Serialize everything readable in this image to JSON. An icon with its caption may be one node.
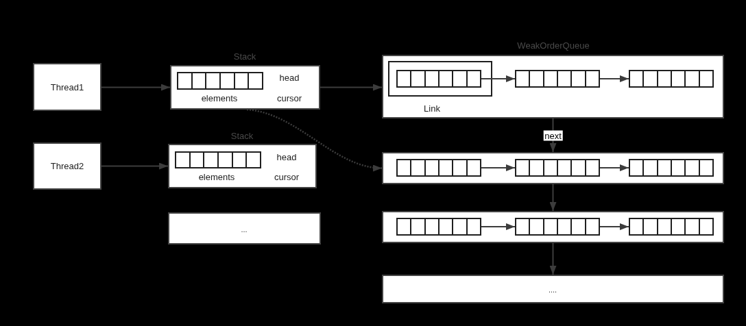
{
  "diagram": {
    "nodes": [
      {
        "text": [
          "Thread1"
        ]
      },
      {
        "text": [
          "Stack",
          "head",
          "cursor"
        ]
      },
      {
        "text": [],
        "shape": "box",
        "in": 1,
        "beside": [
          "elements"
        ]
      },
      {
        "text": [
          "WeakOrderQueue"
        ]
      },
      {
        "text": [
          "Link"
        ],
        "in": 3
      },
      {
        "text": [],
        "shape": "box",
        "in": 4
      },
      {
        "text": [],
        "shape": "box",
        "in": 3
      },
      {
        "text": [],
        "shape": "box",
        "in": 3
      },
      {
        "text": [
          "Thread2"
        ]
      },
      {
        "text": [
          "Stack",
          "head",
          "cursor"
        ]
      },
      {
        "text": [],
        "shape": "box",
        "in": 9,
        "beside": [
          "elements"
        ]
      },
      {
        "text": [],
        "shape": "box"
      },
      {
        "text": [],
        "shape": "box",
        "in": 11
      },
      {
        "text": [],
        "shape": "box",
        "in": 11
      },
      {
        "text": [],
        "shape": "box",
        "in": 11
      },
      {
        "text": [
          "..."
        ]
      },
      {
        "text": [],
        "shape": "box"
      },
      {
        "text": [],
        "shape": "box",
        "in": 16
      },
      {
        "text": [],
        "shape": "box",
        "in": 16
      },
      {
        "text": [],
        "shape": "box",
        "in": 16
      },
      {
        "text": [
          "...."
        ]
      }
    ],
    "edges": [
      {
        "from": 0,
        "to": 1,
        "arrow": "to"
      },
      {
        "from": 1,
        "to": 3,
        "arrow": "to"
      },
      {
        "from": 1,
        "to": 11,
        "arrow": "to",
        "style": "dashed"
      },
      {
        "from": 5,
        "to": 6,
        "arrow": "to"
      },
      {
        "from": 6,
        "to": 7,
        "arrow": "to"
      },
      {
        "from": 3,
        "to": 11,
        "arrow": "to",
        "label": "next"
      },
      {
        "from": 8,
        "to": 9,
        "arrow": "to"
      },
      {
        "from": 12,
        "to": 13,
        "arrow": "to"
      },
      {
        "from": 13,
        "to": 14,
        "arrow": "to"
      },
      {
        "from": 11,
        "to": 16,
        "arrow": "to"
      },
      {
        "from": 17,
        "to": 18,
        "arrow": "to"
      },
      {
        "from": 18,
        "to": 19,
        "arrow": "to"
      },
      {
        "from": 16,
        "to": 20,
        "arrow": "to"
      }
    ]
  }
}
